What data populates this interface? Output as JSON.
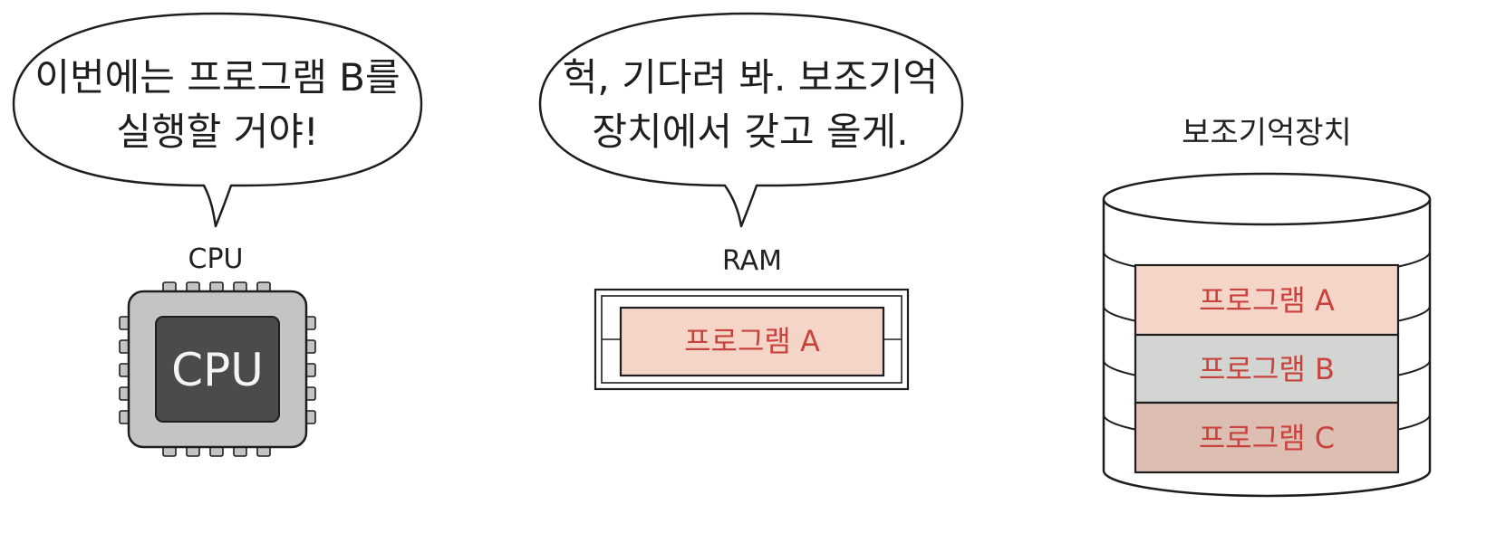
{
  "colors": {
    "ink": "#1e1e1e",
    "program_text": "#c9433e",
    "program_a_fill": "#f6d5c9",
    "program_b_fill": "#d3d5d2",
    "program_c_fill": "#dcbeb2",
    "cpu_body": "#c4c4c4",
    "cpu_die": "#4b4b4b"
  },
  "cpu": {
    "bubble_lines": [
      "이번에는 프로그램 B를",
      "실행할 거야!"
    ],
    "label": "CPU",
    "chip_text": "CPU"
  },
  "ram": {
    "bubble_lines": [
      "헉, 기다려 봐. 보조기억",
      "장치에서 갖고 올게."
    ],
    "label": "RAM",
    "program": "프로그램 A"
  },
  "storage": {
    "title": "보조기억장치",
    "programs": [
      "프로그램 A",
      "프로그램 B",
      "프로그램 C"
    ]
  }
}
